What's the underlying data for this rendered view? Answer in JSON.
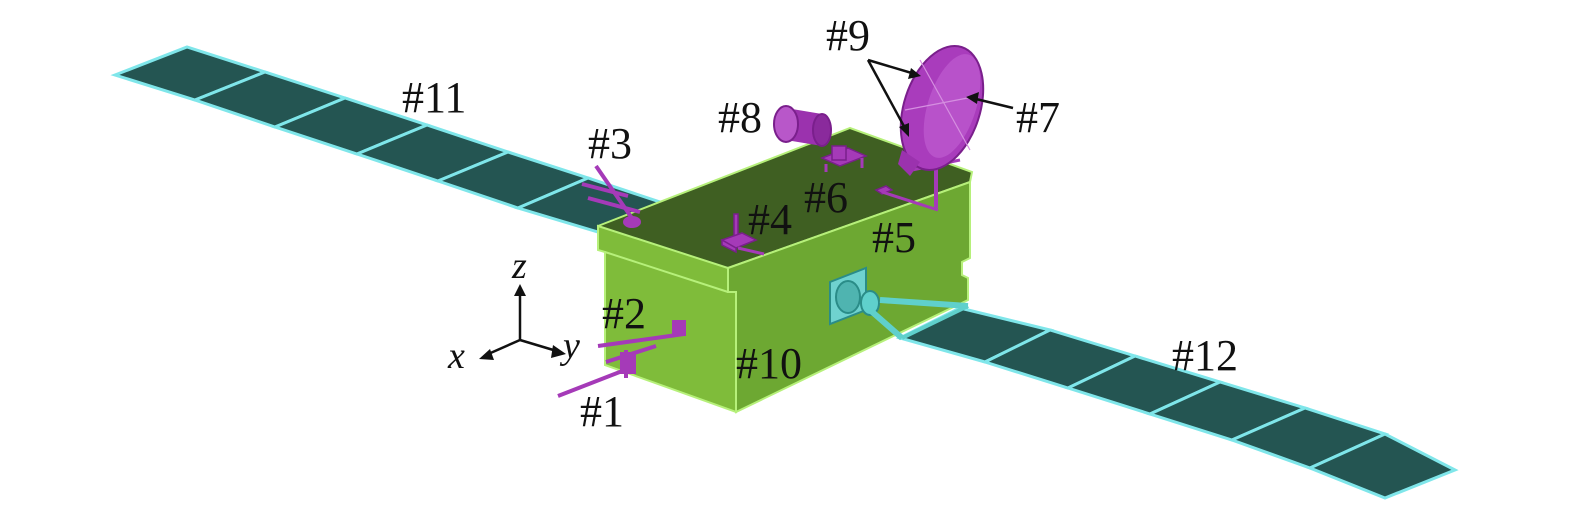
{
  "labels": {
    "p1": "#1",
    "p2": "#2",
    "p3": "#3",
    "p4": "#4",
    "p5": "#5",
    "p6": "#6",
    "p7": "#7",
    "p8": "#8",
    "p9": "#9",
    "p10": "#10",
    "p11": "#11",
    "p12": "#12"
  },
  "axes": {
    "x": "x",
    "y": "y",
    "z": "z"
  },
  "colors": {
    "panel_fill": "#245552",
    "panel_edge": "#7fe6ea",
    "body_top": "#3f5f22",
    "body_front": "#6da832",
    "body_side": "#7fbc3a",
    "body_edge": "#b6f07a",
    "payload": "#a53ab8",
    "thruster": "#5fd0cc",
    "text": "#111111"
  }
}
